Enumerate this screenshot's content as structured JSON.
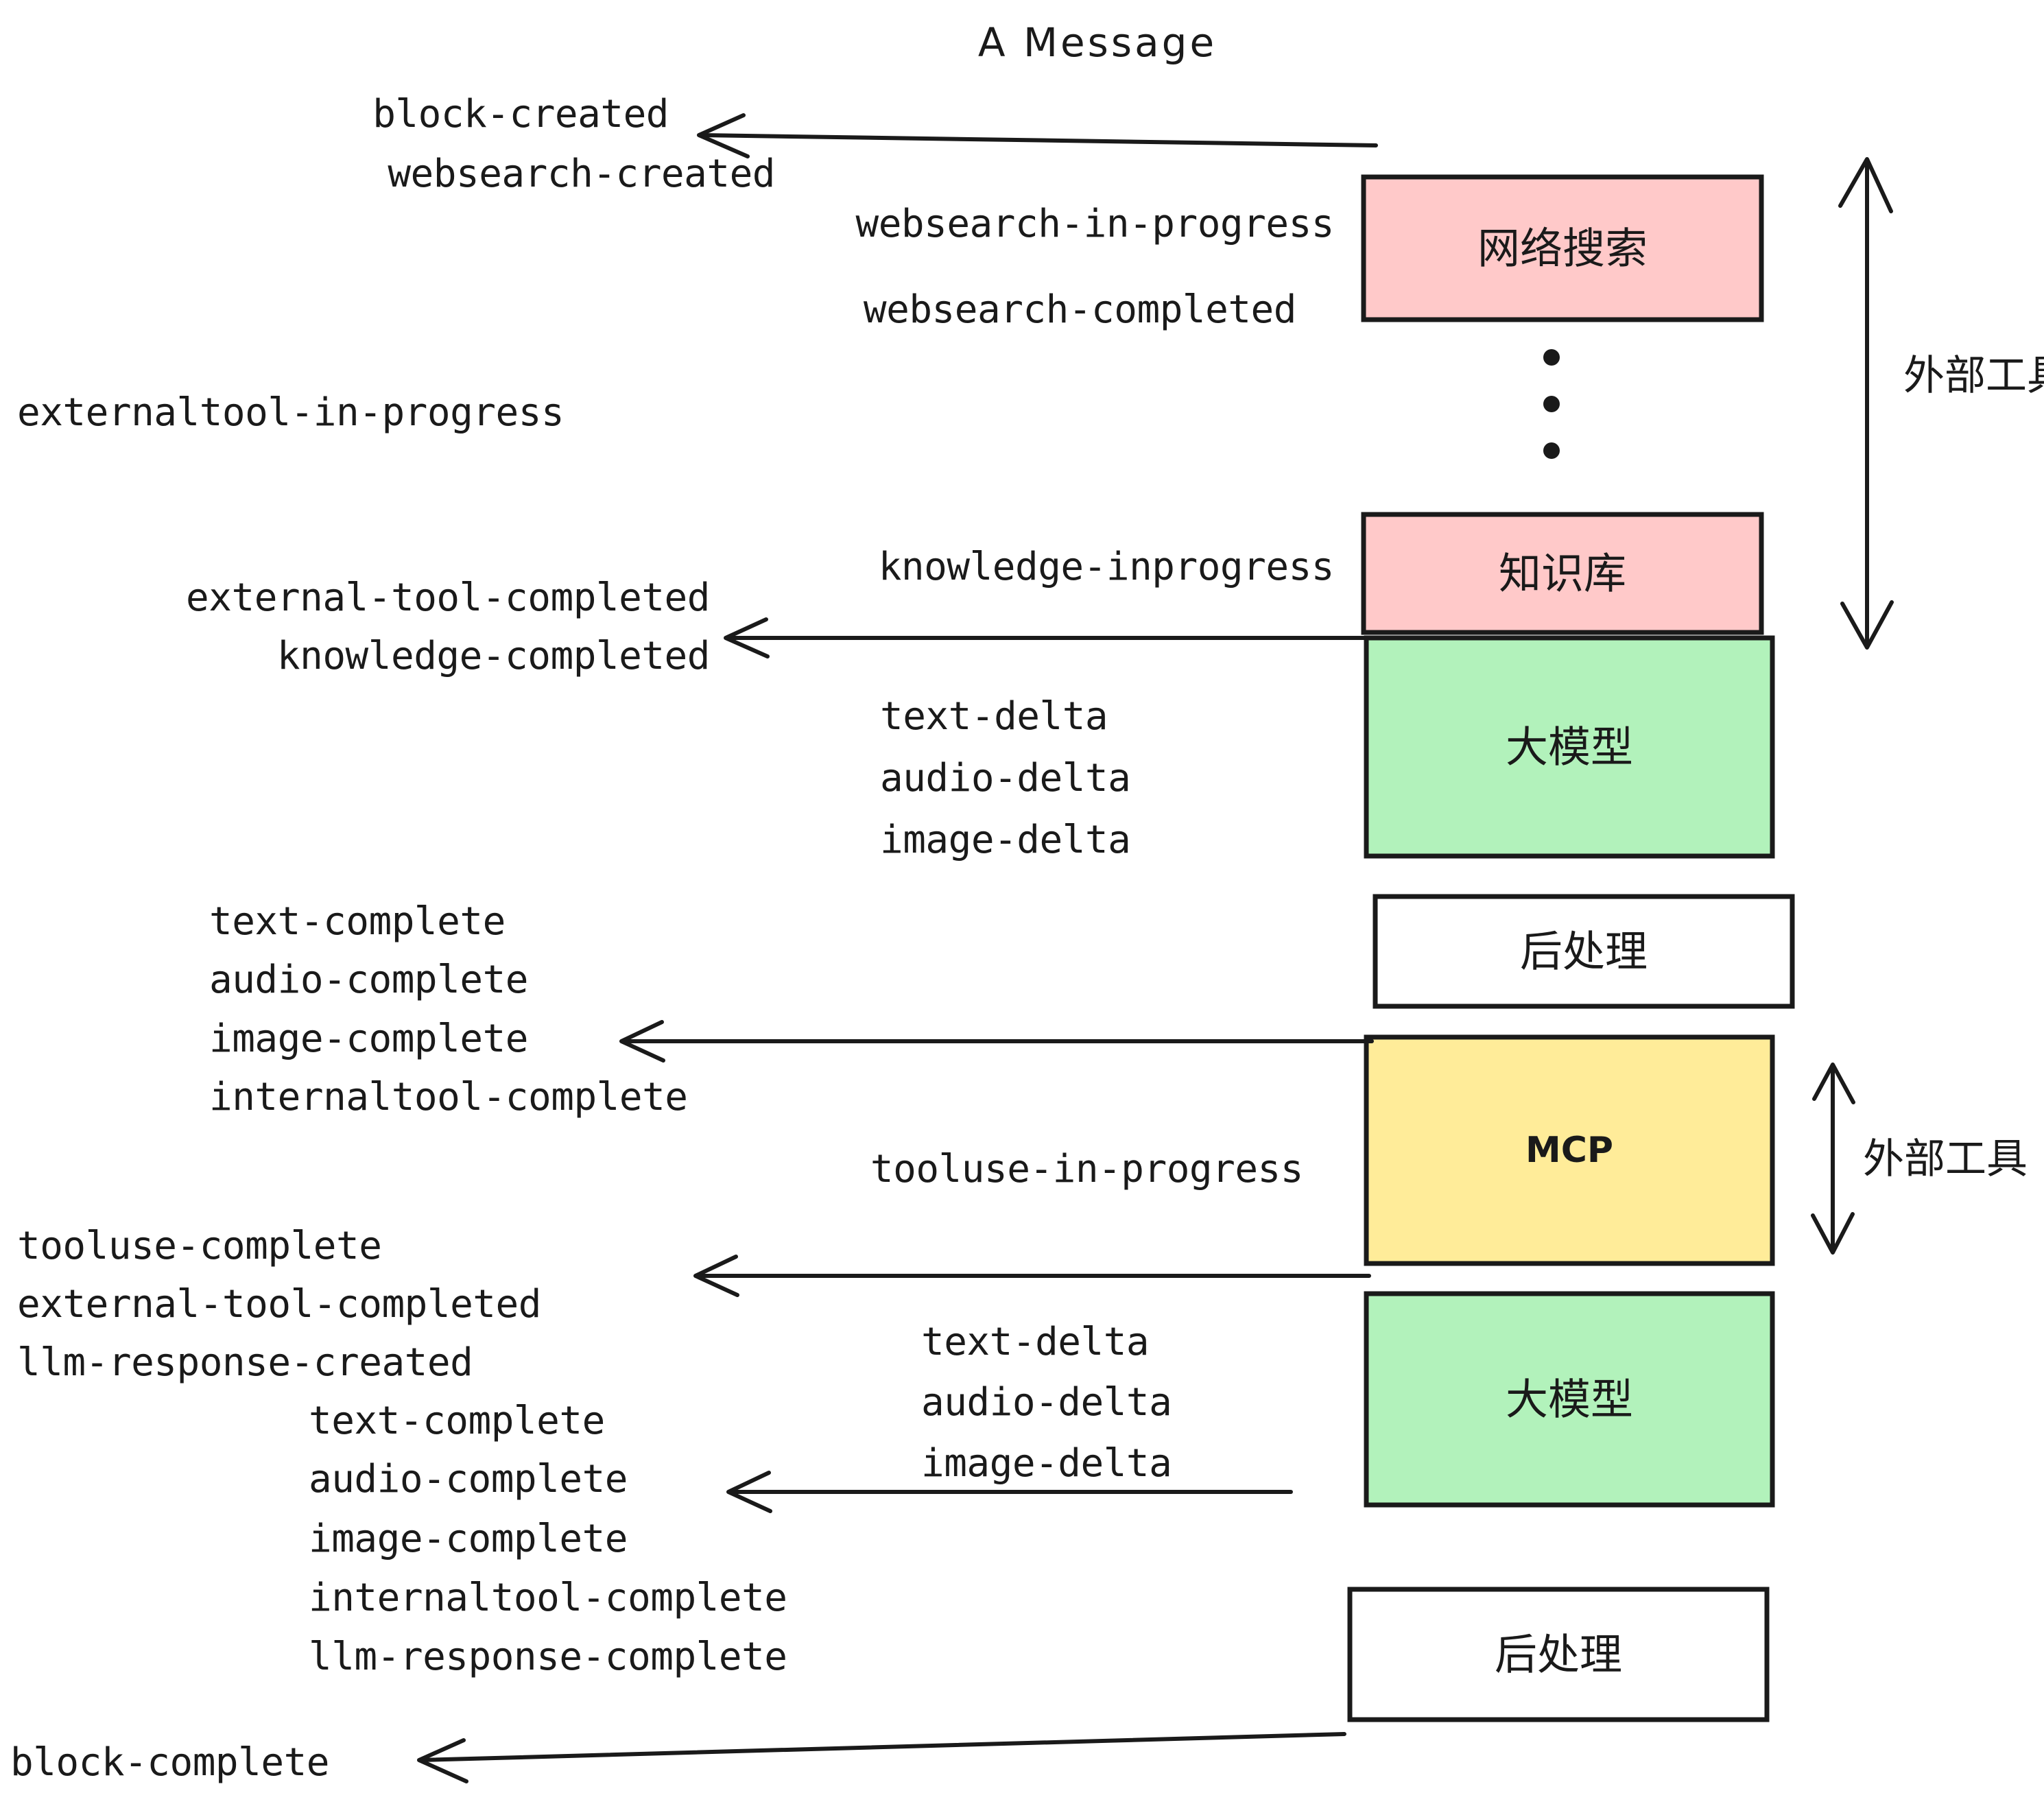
{
  "title": "A Message",
  "colors": {
    "pink": "#FFC9C9",
    "green": "#B2F2BB",
    "yellow": "#FFEC99",
    "white": "#FFFFFF",
    "stroke": "#1A1A1A",
    "background": "#FFFFFF"
  },
  "boxes": [
    {
      "id": "websearch",
      "label": "网络搜索",
      "fill": "#FFC9C9"
    },
    {
      "id": "knowledge",
      "label": "知识库",
      "fill": "#FFC9C9"
    },
    {
      "id": "llm-1",
      "label": "大模型",
      "fill": "#B2F2BB"
    },
    {
      "id": "postproc-1",
      "label": "后处理",
      "fill": "#FFFFFF"
    },
    {
      "id": "mcp",
      "label": "MCP",
      "fill": "#FFEC99"
    },
    {
      "id": "llm-2",
      "label": "大模型",
      "fill": "#B2F2BB"
    },
    {
      "id": "postproc-2",
      "label": "后处理",
      "fill": "#FFFFFF"
    }
  ],
  "side_annotations": [
    {
      "id": "external-tools-top",
      "label": "外部工具"
    },
    {
      "id": "external-tools-bottom",
      "label": "外部工具"
    }
  ],
  "events": {
    "left_column": [
      "block-created",
      "websearch-created",
      "externaltool-in-progress",
      "external-tool-completed",
      "knowledge-completed",
      "text-complete",
      "audio-complete",
      "image-complete",
      "internaltool-complete",
      "tooluse-complete",
      "external-tool-completed",
      "llm-response-created",
      "text-complete",
      "audio-complete",
      "image-complete",
      "internaltool-complete",
      "llm-response-complete",
      "block-complete"
    ],
    "middle_column": [
      "websearch-in-progress",
      "websearch-completed",
      "knowledge-inprogress",
      "text-delta",
      "audio-delta",
      "image-delta",
      "tooluse-in-progress",
      "text-delta",
      "audio-delta",
      "image-delta"
    ]
  },
  "labels": {
    "block_created": "block-created",
    "websearch_created": "websearch-created",
    "websearch_in_progress": "websearch-in-progress",
    "websearch_completed": "websearch-completed",
    "externaltool_in_progress": "externaltool-in-progress",
    "knowledge_inprogress": "knowledge-inprogress",
    "external_tool_completed_1": "external-tool-completed",
    "knowledge_completed": "knowledge-completed",
    "text_delta_1": "text-delta",
    "audio_delta_1": "audio-delta",
    "image_delta_1": "image-delta",
    "text_complete_1": "text-complete",
    "audio_complete_1": "audio-complete",
    "image_complete_1": "image-complete",
    "internaltool_complete_1": "internaltool-complete",
    "tooluse_in_progress": "tooluse-in-progress",
    "tooluse_complete": "tooluse-complete",
    "external_tool_completed_2": "external-tool-completed",
    "llm_response_created": "llm-response-created",
    "text_delta_2": "text-delta",
    "audio_delta_2": "audio-delta",
    "image_delta_2": "image-delta",
    "text_complete_2": "text-complete",
    "audio_complete_2": "audio-complete",
    "image_complete_2": "image-complete",
    "internaltool_complete_2": "internaltool-complete",
    "llm_response_complete": "llm-response-complete",
    "block_complete": "block-complete",
    "box_websearch": "网络搜索",
    "box_knowledge": "知识库",
    "box_llm_1": "大模型",
    "box_postproc_1": "后处理",
    "box_mcp": "MCP",
    "box_llm_2": "大模型",
    "box_postproc_2": "后处理",
    "ext_tools_top": "外部工具",
    "ext_tools_bottom": "外部工具"
  }
}
